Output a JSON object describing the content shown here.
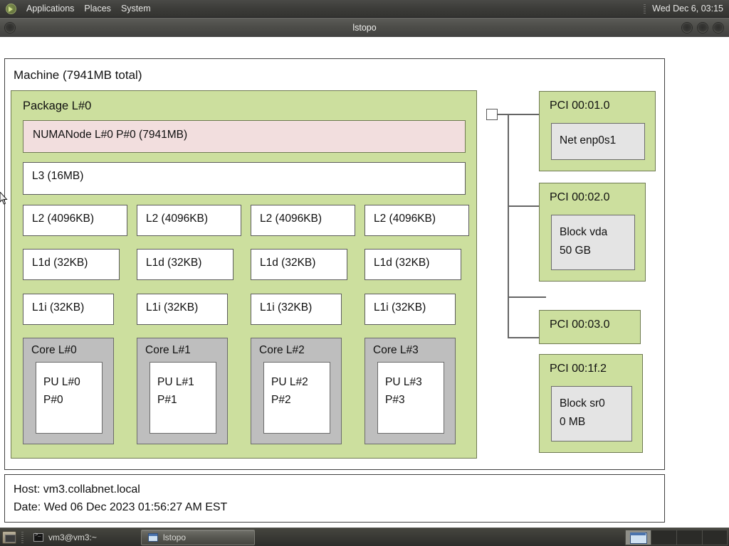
{
  "panel": {
    "logo_icon": "gnome-foot-icon",
    "menus": [
      "Applications",
      "Places",
      "System"
    ],
    "clock": "Wed Dec  6, 03:15"
  },
  "window": {
    "title": "lstopo",
    "buttons": [
      "minimize-button",
      "maximize-button",
      "close-button"
    ]
  },
  "topology": {
    "machine_label": "Machine (7941MB total)",
    "package_label": "Package L#0",
    "numanode_label": "NUMANode L#0 P#0 (7941MB)",
    "l3_label": "L3 (16MB)",
    "l2_labels": [
      "L2 (4096KB)",
      "L2 (4096KB)",
      "L2 (4096KB)",
      "L2 (4096KB)"
    ],
    "l1d_labels": [
      "L1d (32KB)",
      "L1d (32KB)",
      "L1d (32KB)",
      "L1d (32KB)"
    ],
    "l1i_labels": [
      "L1i (32KB)",
      "L1i (32KB)",
      "L1i (32KB)",
      "L1i (32KB)"
    ],
    "cores": [
      {
        "label": "Core L#0",
        "pu": "PU L#0\nP#0"
      },
      {
        "label": "Core L#1",
        "pu": "PU L#1\nP#1"
      },
      {
        "label": "Core L#2",
        "pu": "PU L#2\nP#2"
      },
      {
        "label": "Core L#3",
        "pu": "PU L#3\nP#3"
      }
    ],
    "pci": [
      {
        "label": "PCI 00:01.0",
        "osdev": "Net enp0s1"
      },
      {
        "label": "PCI 00:02.0",
        "osdev": "Block vda\n50 GB"
      },
      {
        "label": "PCI 00:03.0",
        "osdev": null
      },
      {
        "label": "PCI 00:1f.2",
        "osdev": "Block sr0\n0 MB"
      }
    ],
    "host_line": "Host: vm3.collabnet.local",
    "date_line": "Date: Wed 06 Dec 2023 01:56:27 AM EST"
  },
  "taskbar": {
    "show_desktop_icon": "show-desktop-icon",
    "tasks": [
      {
        "icon": "terminal-icon",
        "label": "vm3@vm3:~",
        "active": false
      },
      {
        "icon": "window-icon",
        "label": "lstopo",
        "active": true
      }
    ],
    "workspace_count": 4,
    "active_workspace": 1
  },
  "colors": {
    "package_green": "#ccdf9e",
    "numa_pink": "#f2dede",
    "core_gray": "#bebebe",
    "osdev_gray": "#e4e4e4",
    "cache_white": "#ffffff",
    "border_olive": "#6f7a52",
    "panel_dark": "#3c3c39"
  }
}
